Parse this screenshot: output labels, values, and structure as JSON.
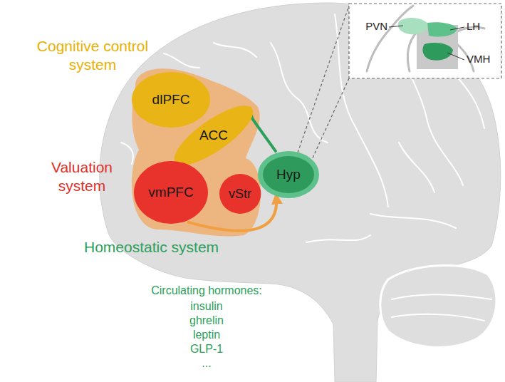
{
  "diagram": {
    "nodes": [
      {
        "text": [
          "dlPFC"
        ]
      },
      {
        "text": [
          "ACC"
        ]
      },
      {
        "text": [
          "vmPFC"
        ]
      },
      {
        "text": [
          "vStr"
        ]
      },
      {
        "text": [
          "Hyp"
        ]
      }
    ],
    "edges": [
      {
        "from": 4,
        "to": 1,
        "arrow": "to"
      },
      {
        "from": 2,
        "to": 4,
        "arrow": "to"
      }
    ],
    "labels": [
      "Cognitive control system",
      "Valuation system",
      "Homeostatic system",
      "PVN",
      "LH",
      "VMH",
      "Circulating hormones:",
      "insulin",
      "ghrelin",
      "leptin",
      "GLP-1",
      "..."
    ]
  }
}
